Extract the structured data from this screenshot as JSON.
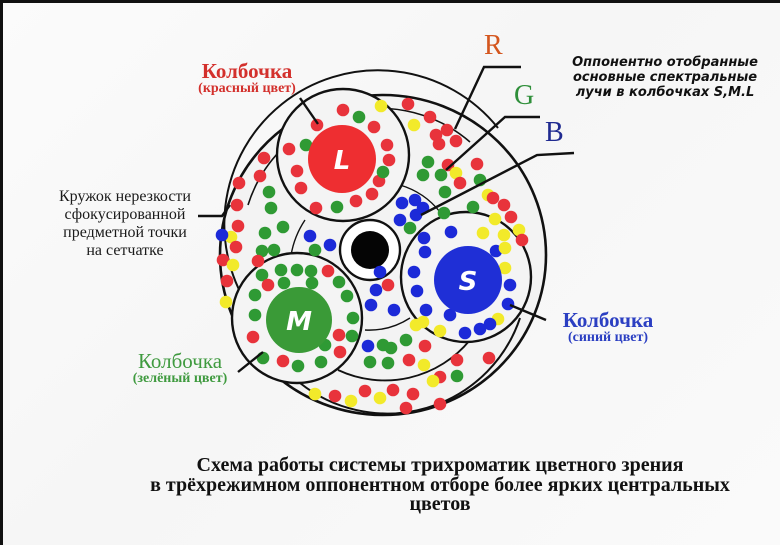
{
  "labels": {
    "red_cone": {
      "title": "Колбочка",
      "subtitle": "(красный цвет)",
      "color": "#d3302c"
    },
    "green_cone": {
      "title": "Колбочка",
      "subtitle": "(зелёный цвет)",
      "color": "#3f9a3f"
    },
    "blue_cone": {
      "title": "Колбочка",
      "subtitle": "(синий цвет)",
      "color": "#2b3fc2"
    },
    "blur_circle": [
      "Кружок нерезкости",
      "сфокусированной",
      "предметной точки",
      "на сетчатке"
    ],
    "opponent": [
      "Оппонентно отобранные",
      "основные спектральные",
      "лучи в колбочках S,M.L"
    ],
    "rgb": {
      "r": "R",
      "g": "G",
      "b": "B"
    }
  },
  "cones": {
    "L": {
      "letter": "L",
      "fill": "#ee2e31"
    },
    "M": {
      "letter": "M",
      "fill": "#3a9a37"
    },
    "S": {
      "letter": "S",
      "fill": "#1f2fd6"
    }
  },
  "caption": [
    "Схема работы системы трихроматик цветного зрения",
    "в трёхрежимном оппонентном отборе более ярких центральных",
    "цветов"
  ],
  "colors": {
    "red": "#e8333b",
    "green": "#2f9a34",
    "blue": "#1c2ad8",
    "yellow": "#f2ea2a",
    "center": "#050505"
  }
}
